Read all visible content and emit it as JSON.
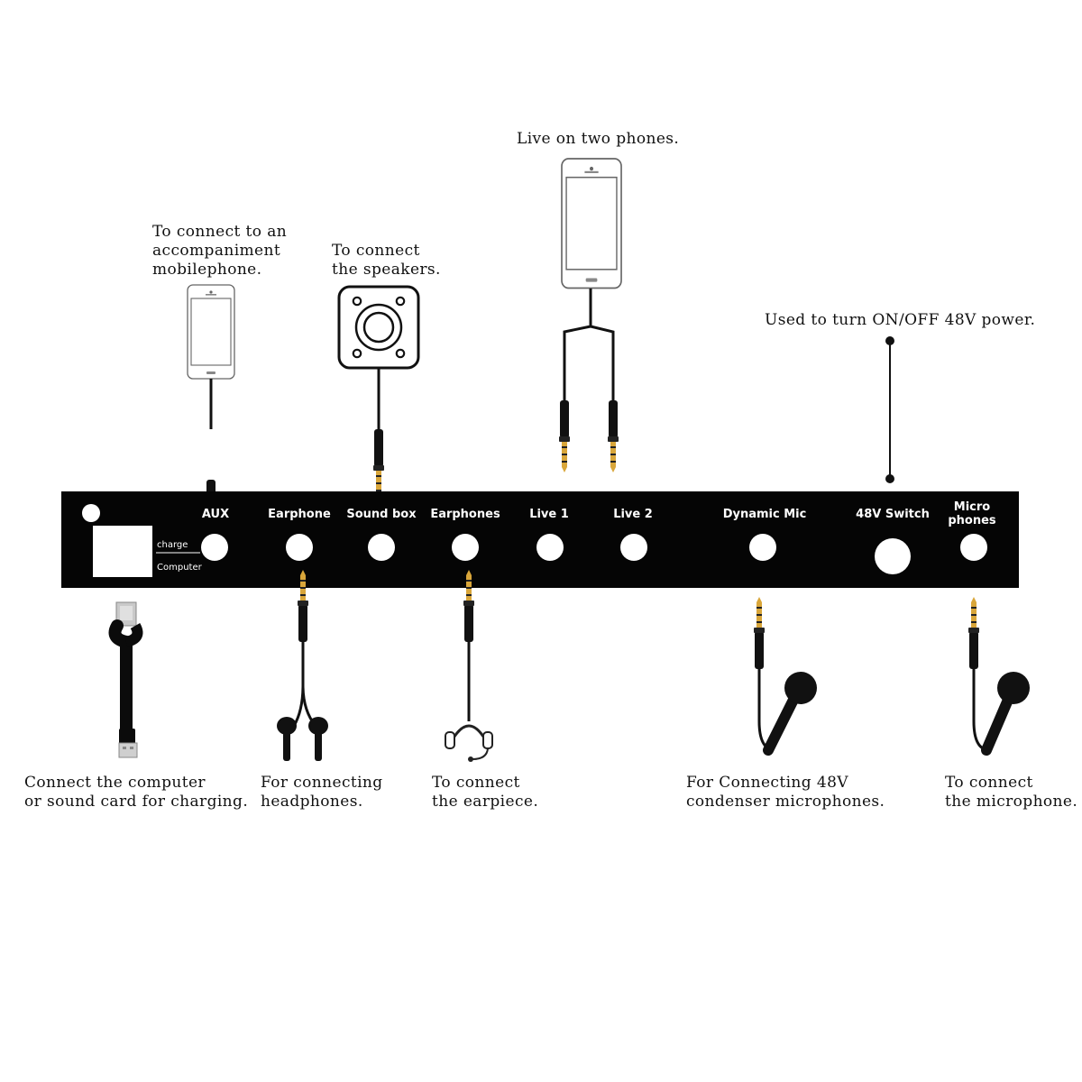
{
  "colors": {
    "panel": "#050505",
    "panel_text": "#ffffff",
    "cable": "#111111",
    "plug_gold": "#d9a63a",
    "plug_silver": "#c9c9c9"
  },
  "panel": {
    "charge_label": "charge",
    "computer_label": "Computer",
    "ports": [
      {
        "label": "AUX"
      },
      {
        "label": "Earphone"
      },
      {
        "label": "Sound box"
      },
      {
        "label": "Earphones"
      },
      {
        "label": "Live  1"
      },
      {
        "label": "Live  2"
      },
      {
        "label": "Dynamic Mic"
      },
      {
        "label": "48V  Switch"
      },
      {
        "label_line1": "Micro",
        "label_line2": "phones"
      }
    ]
  },
  "captions": {
    "live_two_phones": "Live on two phones.",
    "accompaniment": [
      "To connect to an",
      "accompaniment",
      "mobilephone."
    ],
    "speakers": [
      "To connect",
      "the speakers."
    ],
    "switch_48v": "Used to turn ON/OFF 48V power.",
    "charging": [
      "Connect the computer",
      "or sound card for charging."
    ],
    "headphones": [
      "For connecting",
      "headphones."
    ],
    "earpiece": [
      "To connect",
      "the earpiece."
    ],
    "condenser": [
      "For Connecting 48V",
      "condenser microphones."
    ],
    "microphone": [
      "To connect",
      "the microphone."
    ]
  },
  "icons": [
    "mobile-phone-icon",
    "speaker-icon",
    "usb-cable-icon",
    "earbuds-icon",
    "headset-icon",
    "microphone-icon",
    "audio-plug-icon"
  ]
}
